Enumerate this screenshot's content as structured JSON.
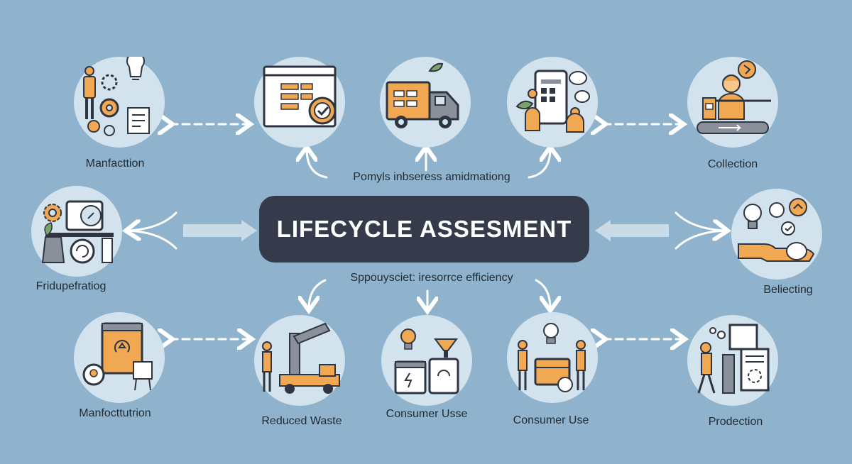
{
  "title": "LIFECYCLE ASSESMENT",
  "subtitle_top": "Pomyls inbseress amidmationg",
  "subtitle_bottom": "Sppouysciet: iresorrce efficiency",
  "nodes": [
    {
      "label": "Manfacttion",
      "icon": "worker-gears-icon"
    },
    {
      "label": "",
      "icon": "browser-checklist-icon"
    },
    {
      "label": "",
      "icon": "delivery-truck-icon"
    },
    {
      "label": "",
      "icon": "tablet-chat-icon"
    },
    {
      "label": "Collection",
      "icon": "worker-conveyor-icon"
    },
    {
      "label": "Fridupefratiog",
      "icon": "machine-gear-icon"
    },
    {
      "label": "Beliecting",
      "icon": "bulb-hand-icon"
    },
    {
      "label": "Manfocttutrion",
      "icon": "recycle-monitor-icon"
    },
    {
      "label": "Reduced Waste",
      "icon": "crane-truck-icon"
    },
    {
      "label": "Consumer Usse",
      "icon": "bulb-cup-icon"
    },
    {
      "label": "Consumer Use",
      "icon": "people-bulb-icon"
    },
    {
      "label": "Prodection",
      "icon": "worker-screen-icon"
    }
  ],
  "colors": {
    "background": "#8fb3cc",
    "node": "#d3e3ee",
    "center": "#363b4c",
    "accent": "#f0a853",
    "line": "#2f3441",
    "arrow": "#ffffff"
  }
}
